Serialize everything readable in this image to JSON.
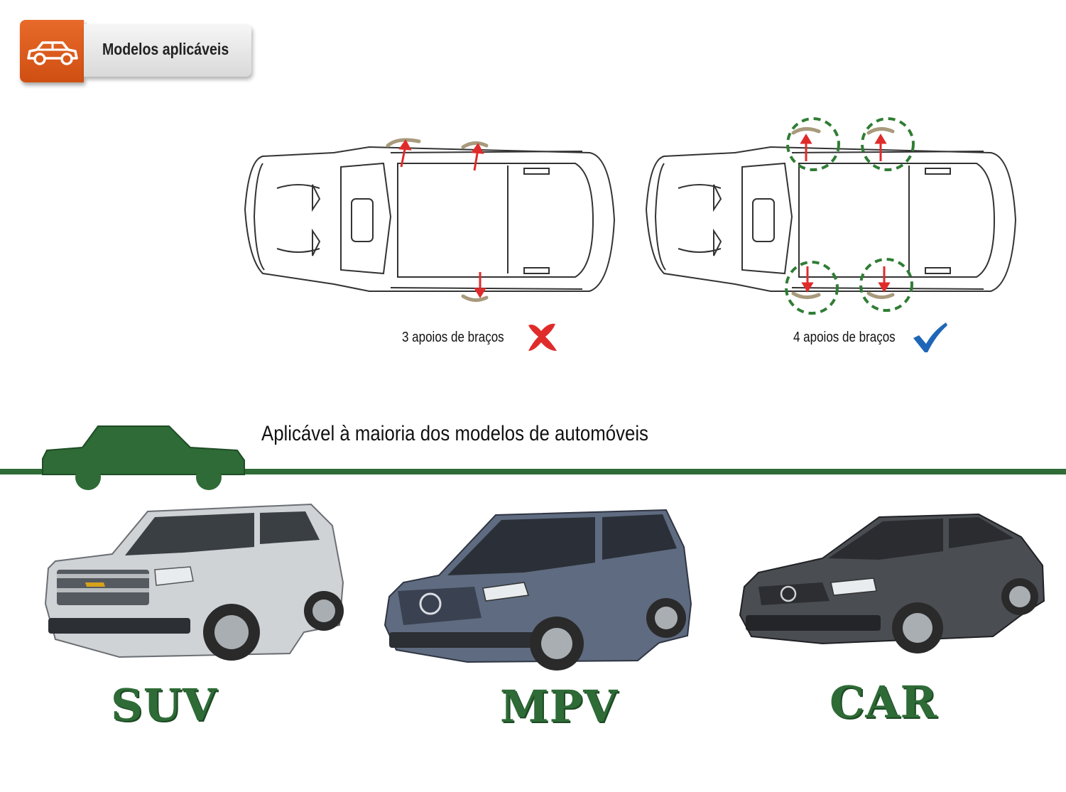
{
  "header": {
    "title": "Modelos aplicáveis",
    "icon": "car-outline-icon",
    "accent_color": "#e0611f"
  },
  "diagrams": [
    {
      "caption": "3 apoios de braços",
      "status_icon": "red-x-icon",
      "status_color": "#e02b2b"
    },
    {
      "caption": "4 apoios de braços",
      "status_icon": "blue-check-icon",
      "status_color": "#1f66b8"
    }
  ],
  "applicability": {
    "headline": "Aplicável à maioria dos modelos de automóveis",
    "banner_color": "#2e6b36"
  },
  "vehicles": [
    {
      "type_label": "SUV",
      "body_color": "#cfd3d6"
    },
    {
      "type_label": "MPV",
      "body_color": "#5f6b80"
    },
    {
      "type_label": "CAR",
      "body_color": "#4a4d52"
    }
  ]
}
